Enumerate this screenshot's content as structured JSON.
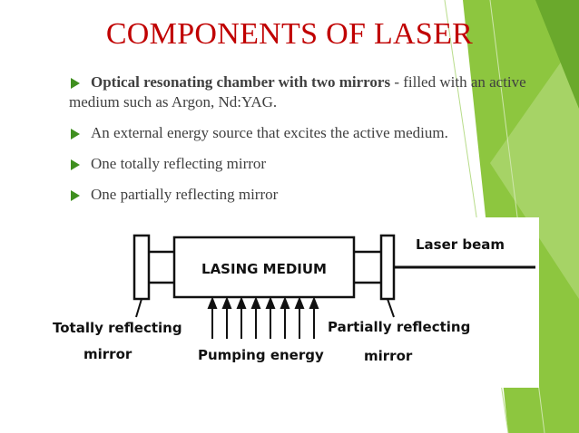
{
  "slide": {
    "title": "COMPONENTS OF LASER",
    "bullets": [
      {
        "bold": "Optical resonating chamber with two mirrors",
        "rest": " - filled with an active medium such as Argon,   Nd:YAG."
      },
      {
        "text": "An external energy source that excites the active medium."
      },
      {
        "text": "One totally reflecting mirror"
      },
      {
        "text": "One partially reflecting mirror"
      }
    ]
  },
  "diagram": {
    "medium_label": "LASING MEDIUM",
    "beam_label": "Laser  beam",
    "total_mirror_label_1": "Totally  reflecting",
    "total_mirror_label_2": "mirror",
    "pumping_label": "Pumping  energy",
    "partial_mirror_label_1": "Partially  reflecting",
    "partial_mirror_label_2": "mirror"
  },
  "colors": {
    "title": "#c00000",
    "bullet_arrow": "#3f8f1f",
    "accent_green": "#8dc63f",
    "text": "#404040"
  }
}
